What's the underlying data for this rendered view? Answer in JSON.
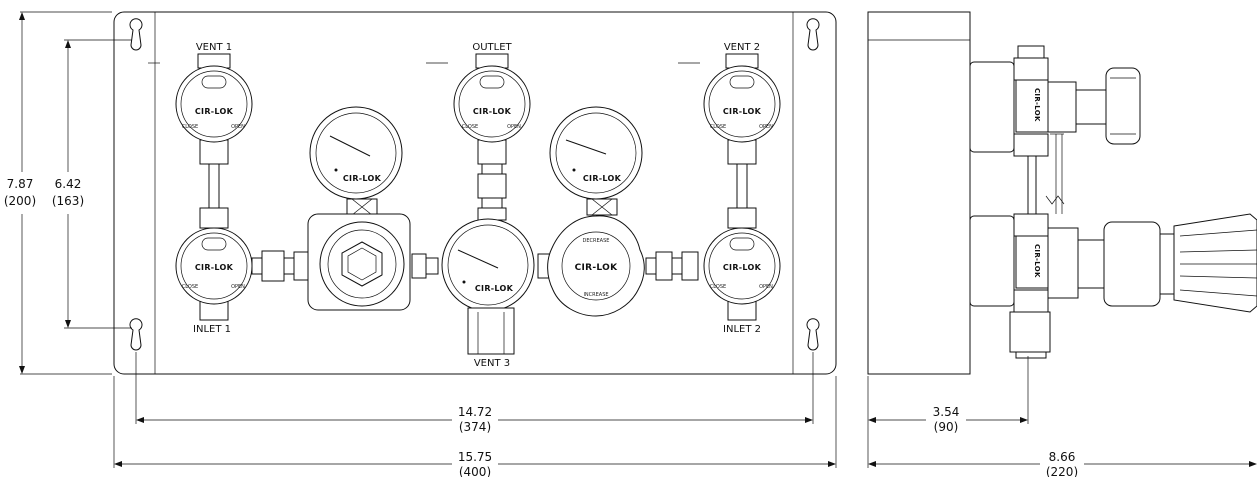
{
  "labels": {
    "vent1": "VENT 1",
    "outlet": "OUTLET",
    "vent2": "VENT 2",
    "inlet1": "INLET 1",
    "vent3": "VENT 3",
    "inlet2": "INLET 2"
  },
  "brand": "CIR-LOK",
  "valve_marks": {
    "close": "CLOSE",
    "open": "OPEN"
  },
  "knob_marks": {
    "decrease": "DECREASE",
    "increase": "INCREASE"
  },
  "dimensions": {
    "height_total_in": "7.87",
    "height_total_mm": "(200)",
    "height_holes_in": "6.42",
    "height_holes_mm": "(163)",
    "width_holes_in": "14.72",
    "width_holes_mm": "(374)",
    "width_total_in": "15.75",
    "width_total_mm": "(400)",
    "depth_mount_in": "3.54",
    "depth_mount_mm": "(90)",
    "depth_total_in": "8.66",
    "depth_total_mm": "(220)"
  }
}
